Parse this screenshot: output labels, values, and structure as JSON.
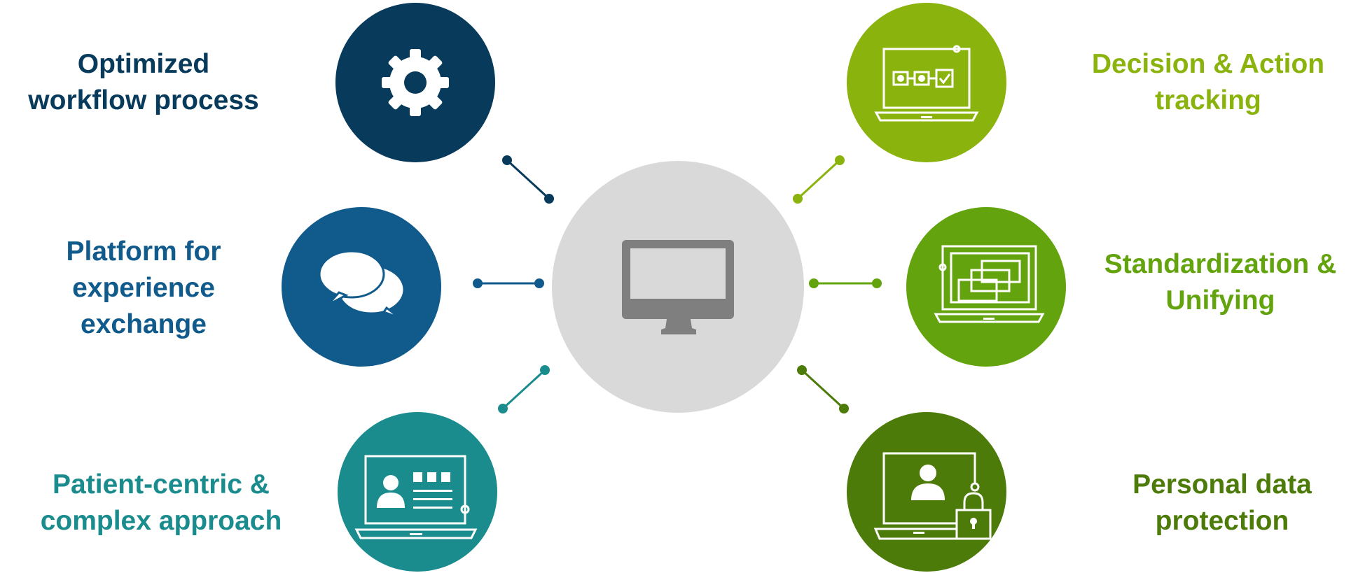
{
  "colors": {
    "navy": "#073a5b",
    "blue": "#105a8c",
    "teal": "#1b8c8e",
    "lime": "#8bb30d",
    "green": "#63a40e",
    "darkgreen": "#4c7b0a",
    "center": "#d9d9d9",
    "monitor": "#7f7f7f"
  },
  "center": {
    "icon": "desktop-monitor-icon"
  },
  "items": [
    {
      "line1": "Optimized",
      "line2": "workflow process",
      "icon": "gear-icon",
      "color": "#073a5b"
    },
    {
      "line1": "Platform for",
      "line2": "experience",
      "line3": "exchange",
      "icon": "speech-bubbles-icon",
      "color": "#105a8c"
    },
    {
      "line1": "Patient-centric &",
      "line2": "complex approach",
      "icon": "patient-card-laptop-icon",
      "color": "#1b8c8e"
    },
    {
      "line1": "Decision & Action",
      "line2": "tracking",
      "icon": "process-checklist-laptop-icon",
      "color": "#8bb30d"
    },
    {
      "line1": "Standardization &",
      "line2": "Unifying",
      "icon": "stacked-windows-laptop-icon",
      "color": "#63a40e"
    },
    {
      "line1": "Personal data",
      "line2": "protection",
      "icon": "padlock-laptop-icon",
      "color": "#4c7b0a"
    }
  ]
}
